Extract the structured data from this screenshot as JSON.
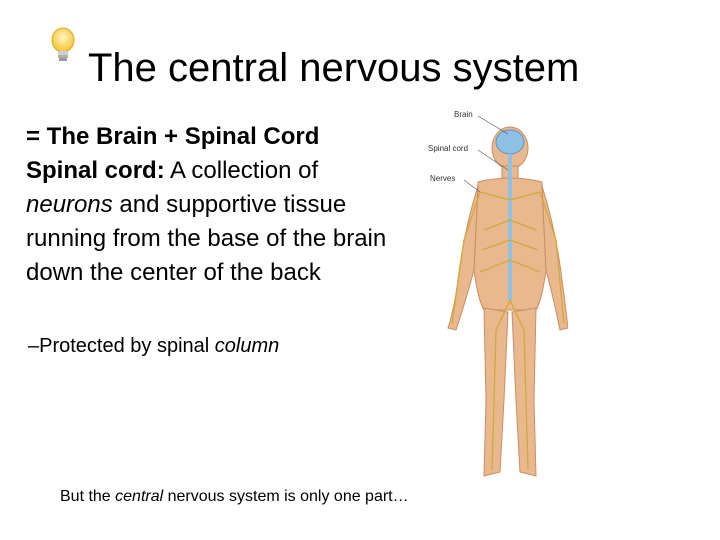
{
  "slide": {
    "title": "The central nervous system",
    "bullet_line": "= The Brain + Spinal Cord",
    "spinal_cord_heading": "Spinal cord:",
    "definition_part1": " A  collection of ",
    "definition_italic": "neurons",
    "definition_part2": " and supportive tissue running from the base of the brain down the center of the back",
    "sub_bullet_prefix": "–Protected by spinal ",
    "sub_bullet_italic": "column",
    "footer_prefix": "But the ",
    "footer_italic": "central",
    "footer_suffix": " nervous system is only one part…"
  },
  "figure": {
    "labels": {
      "brain": "Brain",
      "spinal_cord": "Spinal cord",
      "nerves": "Nerves"
    }
  },
  "colors": {
    "skin": "#e9b88e",
    "nerve": "#d4a83a",
    "brain": "#8fc0e6",
    "bulb": "#f6d04d"
  }
}
